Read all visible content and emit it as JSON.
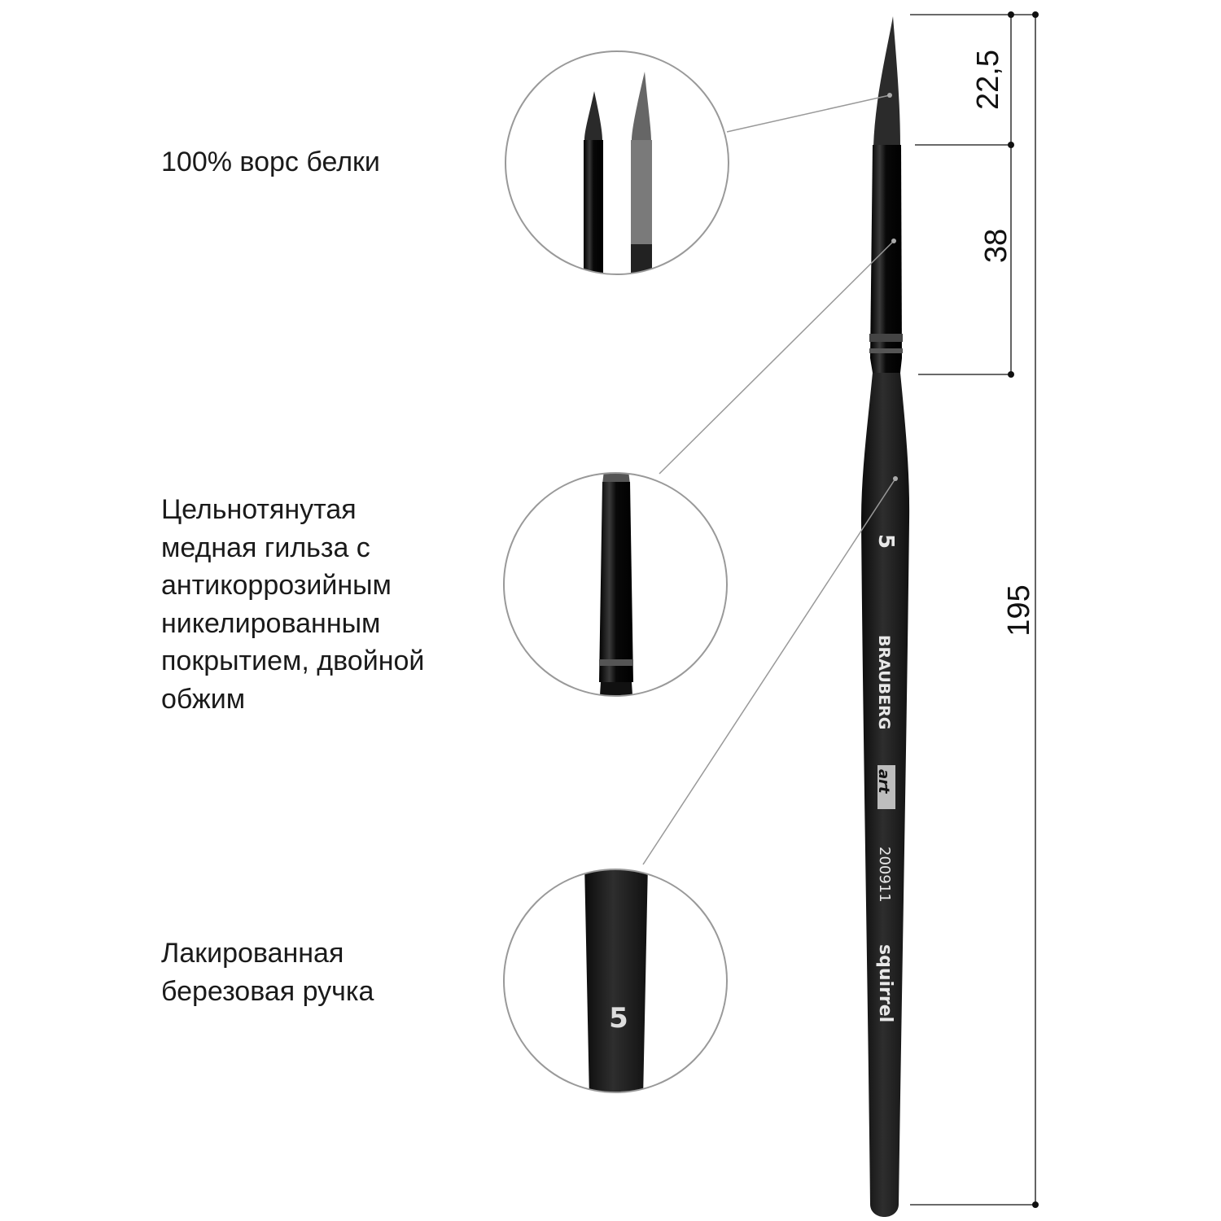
{
  "features": [
    {
      "lines": [
        "100% ворс белки"
      ]
    },
    {
      "lines": [
        "Цельнотянутая",
        "медная гильза с",
        "антикоррозийным",
        "никелированным",
        "покрытием, двойной",
        "обжим"
      ]
    },
    {
      "lines": [
        "Лакированная",
        "березовая ручка"
      ]
    }
  ],
  "dimensions": {
    "tip": "22,5",
    "ferrule": "38",
    "total": "195"
  },
  "brush_print": {
    "size": "5",
    "brand": "BRAUBERG",
    "logo": "art",
    "article": "200911",
    "hair": "squirrel"
  },
  "closeup_handle_size": "5",
  "colors": {
    "text": "#1a1a1a",
    "brush": "#1c1c1c",
    "line": "#999999"
  }
}
